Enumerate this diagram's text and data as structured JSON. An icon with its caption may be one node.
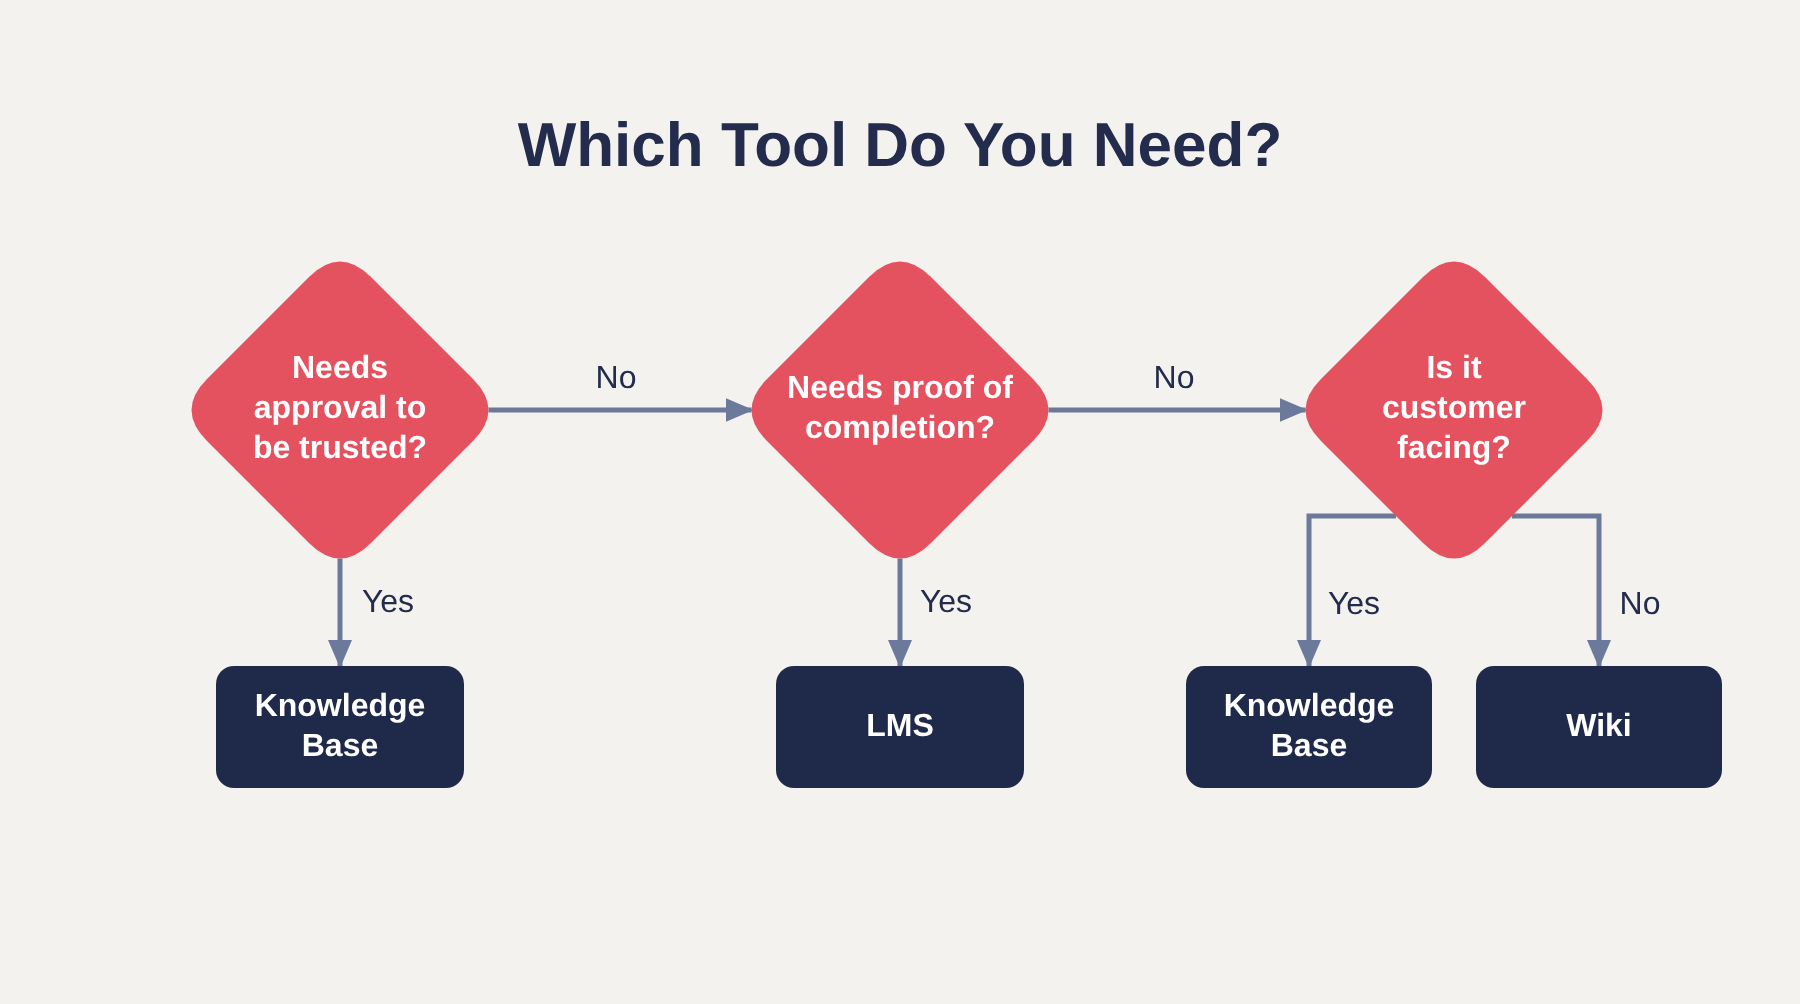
{
  "diagram": {
    "title": "Which Tool Do You Need?",
    "nodes": [
      {
        "text": [
          "Needs approval to be trusted?"
        ]
      },
      {
        "text": [
          "Needs proof of completion?"
        ]
      },
      {
        "text": [
          "Is it customer facing?"
        ]
      },
      {
        "text": [
          "Knowledge Base"
        ]
      },
      {
        "text": [
          "LMS"
        ]
      },
      {
        "text": [
          "Knowledge Base"
        ]
      },
      {
        "text": [
          "Wiki"
        ]
      }
    ],
    "edges": [
      {
        "from": 0,
        "to": 1,
        "label": "No",
        "arrow": "to"
      },
      {
        "from": 1,
        "to": 2,
        "label": "No",
        "arrow": "to"
      },
      {
        "from": 0,
        "to": 3,
        "label": "Yes",
        "arrow": "to"
      },
      {
        "from": 1,
        "to": 4,
        "label": "Yes",
        "arrow": "to"
      },
      {
        "from": 2,
        "to": 5,
        "label": "Yes",
        "arrow": "to"
      },
      {
        "from": 2,
        "to": 6,
        "label": "No",
        "arrow": "to"
      }
    ]
  }
}
